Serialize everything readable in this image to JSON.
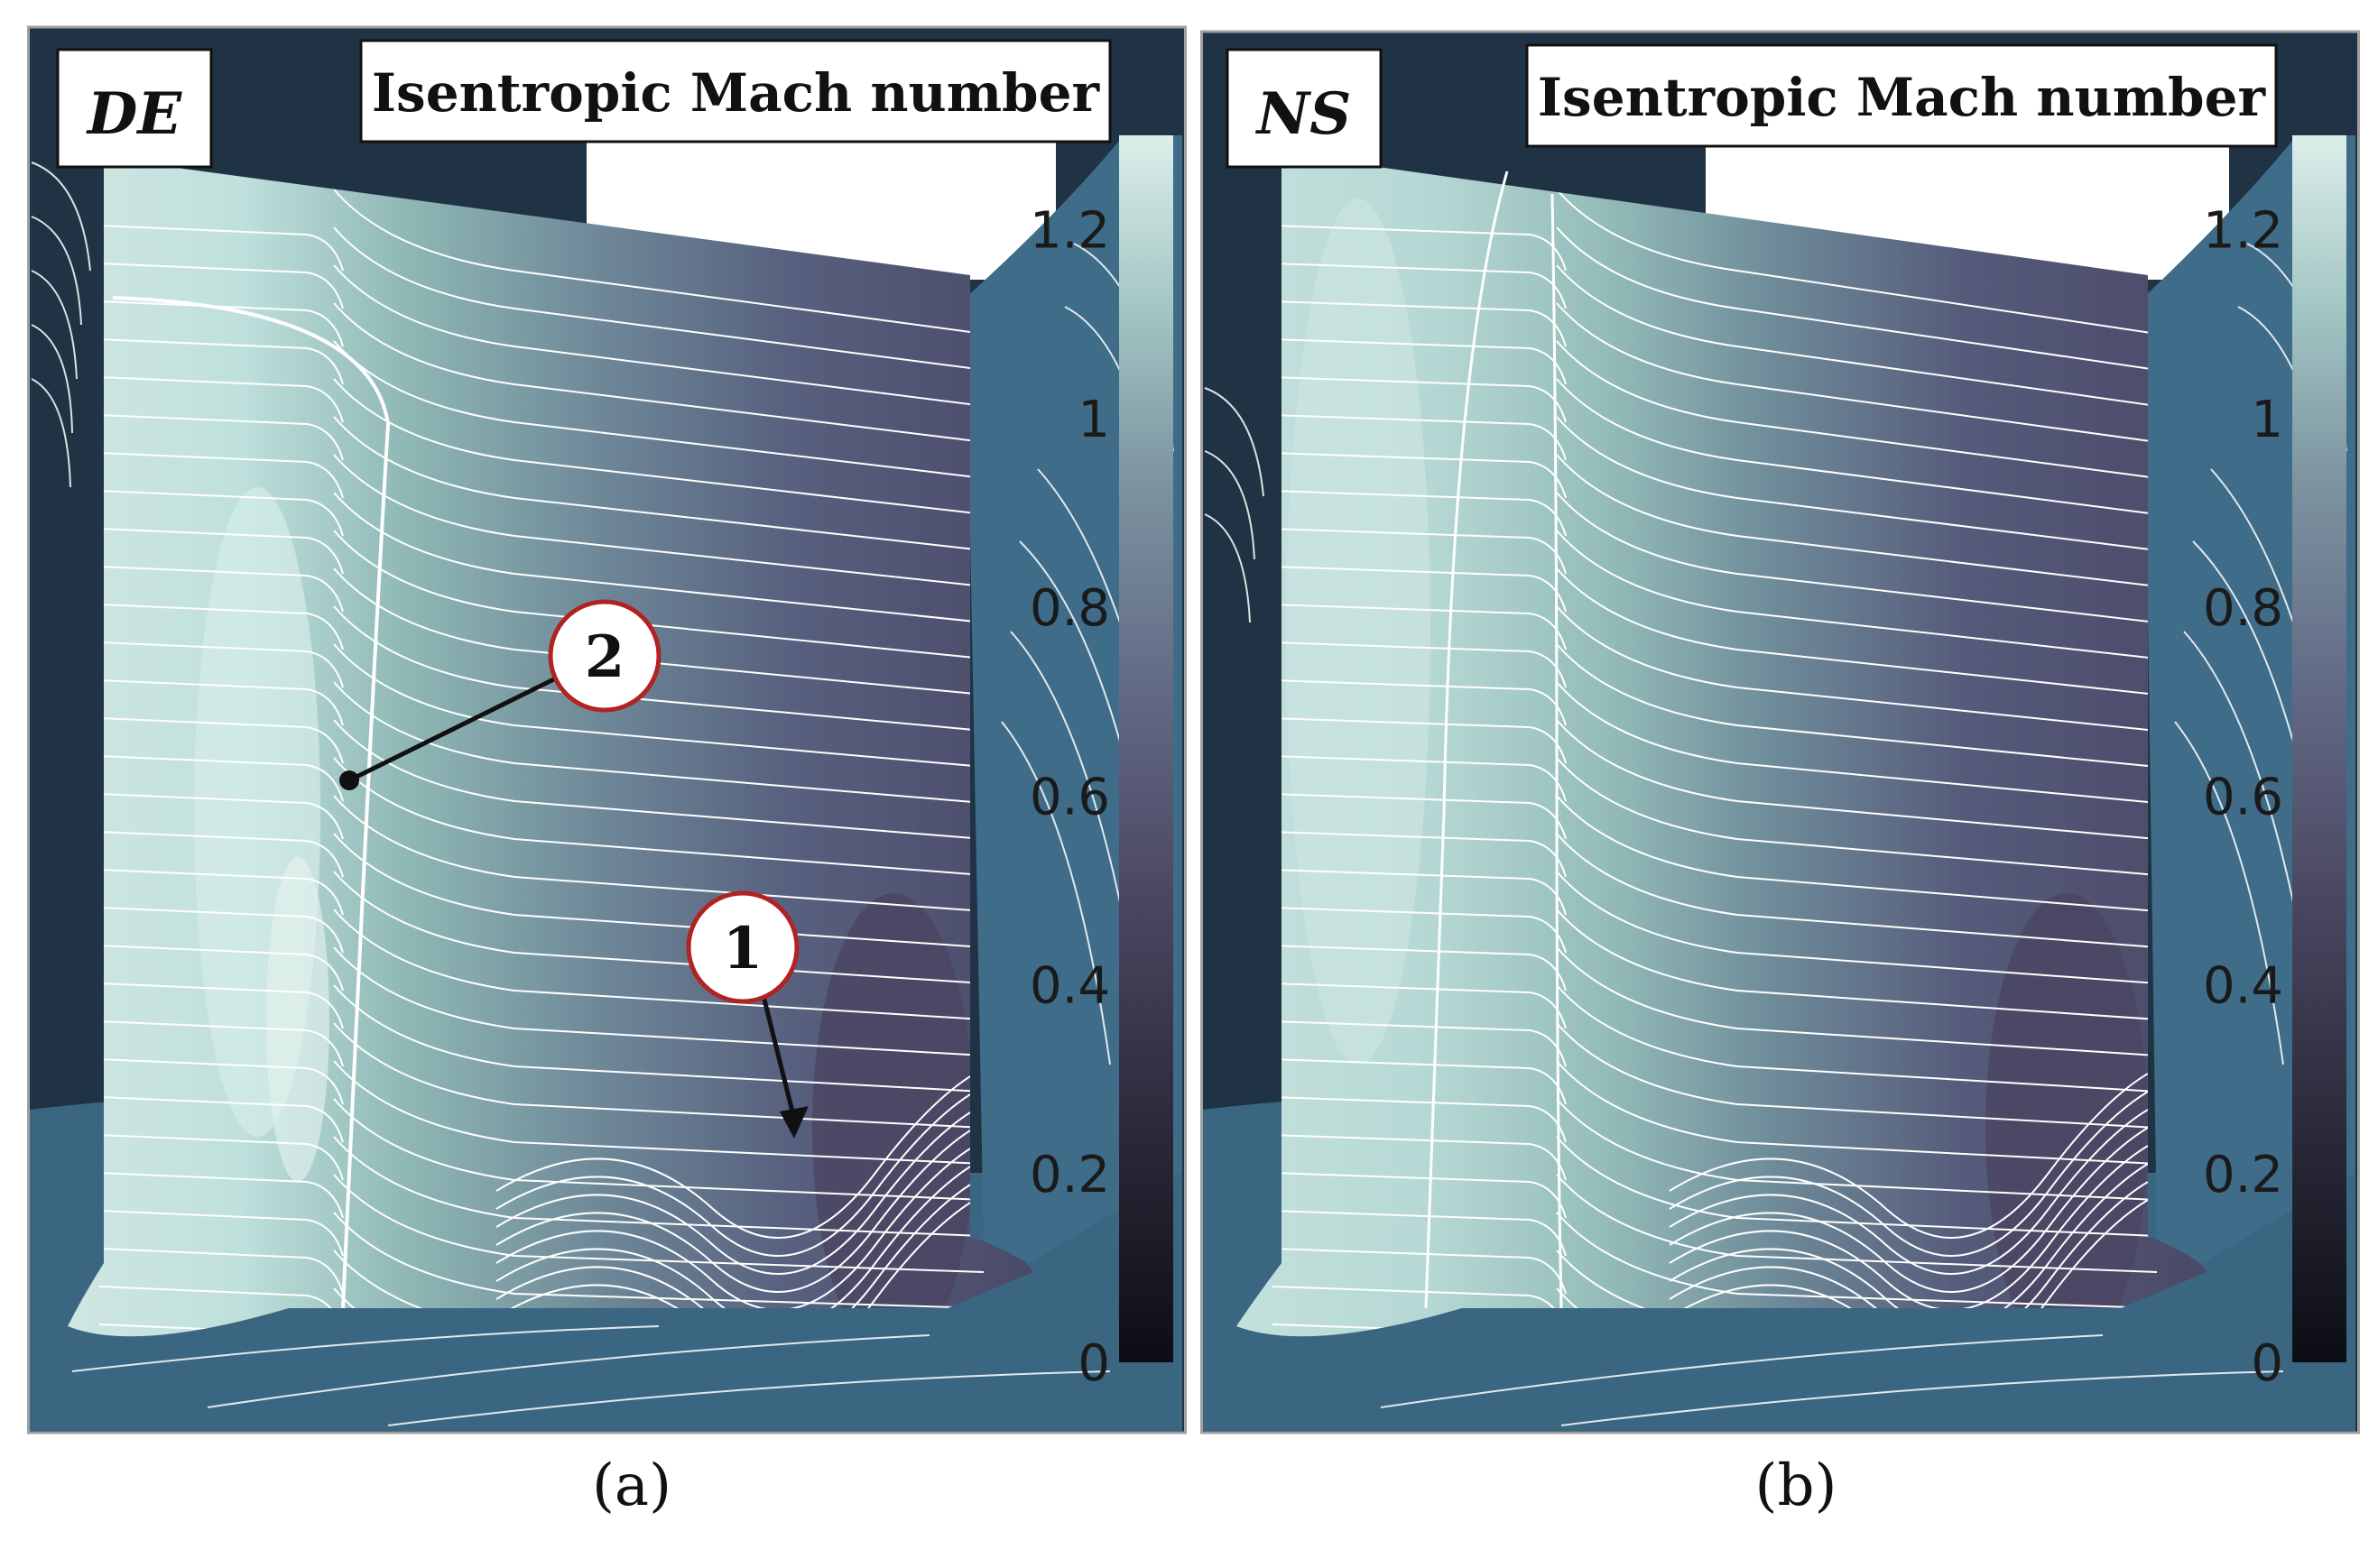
{
  "panels": [
    {
      "method": "DE",
      "title": "Isentropic Mach number",
      "caption": "(a)",
      "markers": [
        "2",
        "1"
      ]
    },
    {
      "method": "NS",
      "title": "Isentropic Mach number",
      "caption": "(b)",
      "markers": []
    }
  ],
  "colorbar": {
    "range": [
      0,
      1.3
    ],
    "ticks": [
      "0",
      "0.2",
      "0.4",
      "0.6",
      "0.8",
      "1",
      "1.2"
    ],
    "colors_low_to_high": [
      "#0c0d14",
      "#2d2b3c",
      "#4b4762",
      "#626a85",
      "#7d94a1",
      "#a3c6c3",
      "#dceeea"
    ]
  },
  "colors": {
    "background": "#1f3344",
    "endwall": "#3a6682",
    "streamline": "#ffffff",
    "marker_ring": "#b22222"
  }
}
